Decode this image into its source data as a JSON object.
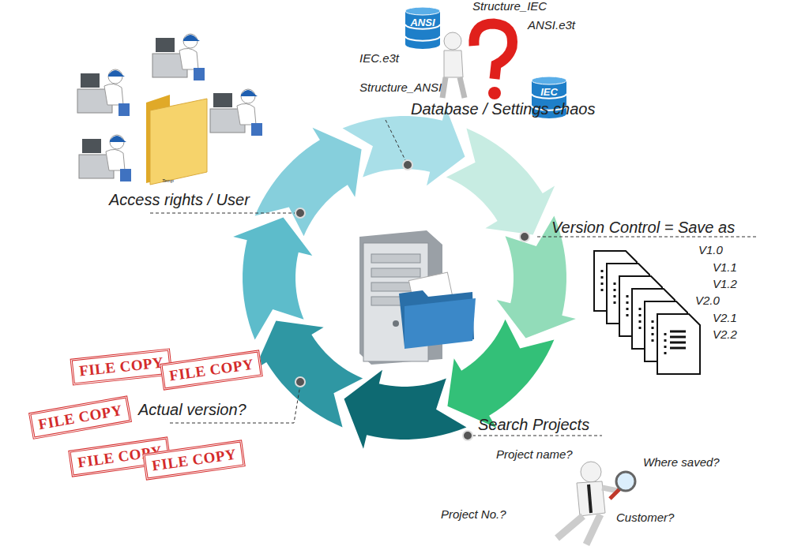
{
  "diagram": {
    "nodes": [
      {
        "text": [
          "ANSI"
        ]
      },
      {
        "text": [
          "IEC"
        ]
      },
      {
        "text": [
          "FILE COPY"
        ]
      },
      {
        "text": [
          "FILE COPY"
        ]
      },
      {
        "text": [
          "FILE COPY"
        ]
      },
      {
        "text": [
          "FILE COPY"
        ]
      },
      {
        "text": [
          "FILE COPY"
        ]
      }
    ],
    "labels": [
      "Structure_IEC",
      "ANSI.e3t",
      "IEC.e3t",
      "Structure_ANSI",
      "Database / Settings chaos",
      "Access rights / User",
      "Temp",
      "Version Control = Save as",
      "V1.0",
      "V1.1",
      "V1.2",
      "V2.0",
      "V2.1",
      "V2.2",
      "Search Projects",
      "Project name?",
      "Where saved?",
      "Project No.?",
      "Customer?",
      "Actual version?"
    ]
  }
}
